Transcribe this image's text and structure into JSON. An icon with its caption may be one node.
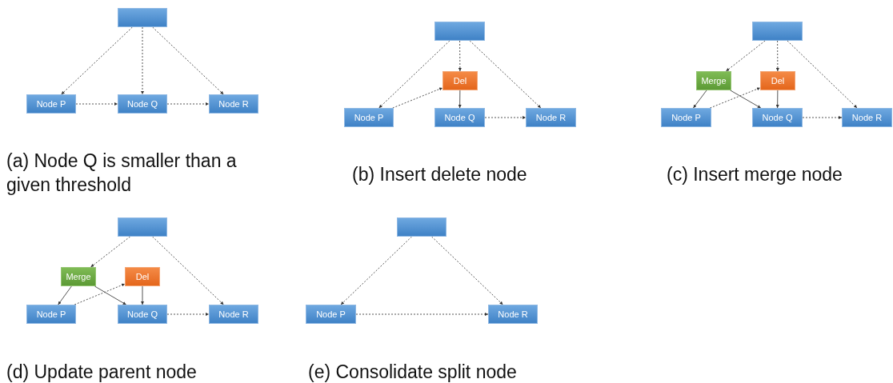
{
  "diagram": {
    "nodes": [
      {
        "text": [],
        "shape": "box"
      },
      {
        "text": [
          "Node P"
        ]
      },
      {
        "text": [
          "Node Q"
        ]
      },
      {
        "text": [
          "Node R"
        ]
      },
      {
        "text": [],
        "shape": "box"
      },
      {
        "text": [
          "Del"
        ]
      },
      {
        "text": [
          "Node P"
        ]
      },
      {
        "text": [
          "Node Q"
        ]
      },
      {
        "text": [
          "Node R"
        ]
      },
      {
        "text": [],
        "shape": "box"
      },
      {
        "text": [
          "Merge"
        ]
      },
      {
        "text": [
          "Del"
        ]
      },
      {
        "text": [
          "Node P"
        ]
      },
      {
        "text": [
          "Node Q"
        ]
      },
      {
        "text": [
          "Node R"
        ]
      },
      {
        "text": [],
        "shape": "box"
      },
      {
        "text": [
          "Merge"
        ]
      },
      {
        "text": [
          "Del"
        ]
      },
      {
        "text": [
          "Node P"
        ]
      },
      {
        "text": [
          "Node Q"
        ]
      },
      {
        "text": [
          "Node R"
        ]
      },
      {
        "text": [],
        "shape": "box"
      },
      {
        "text": [
          "Node P"
        ]
      },
      {
        "text": [
          "Node R"
        ]
      }
    ],
    "edges": [
      {
        "from": 0,
        "to": 1,
        "arrow": "to",
        "style": "dashed"
      },
      {
        "from": 0,
        "to": 2,
        "arrow": "to",
        "style": "dashed"
      },
      {
        "from": 0,
        "to": 3,
        "arrow": "to",
        "style": "dashed"
      },
      {
        "from": 1,
        "to": 2,
        "arrow": "to",
        "style": "dashed"
      },
      {
        "from": 2,
        "to": 3,
        "arrow": "to",
        "style": "dashed"
      },
      {
        "from": 4,
        "to": 6,
        "arrow": "to",
        "style": "dashed"
      },
      {
        "from": 4,
        "to": 5,
        "arrow": "to",
        "style": "dashed"
      },
      {
        "from": 4,
        "to": 8,
        "arrow": "to",
        "style": "dashed"
      },
      {
        "from": 5,
        "to": 7,
        "arrow": "to"
      },
      {
        "from": 6,
        "to": 5,
        "arrow": "to",
        "style": "dashed"
      },
      {
        "from": 7,
        "to": 8,
        "arrow": "to",
        "style": "dashed"
      },
      {
        "from": 9,
        "to": 10,
        "arrow": "to",
        "style": "dashed"
      },
      {
        "from": 9,
        "to": 11,
        "arrow": "to",
        "style": "dashed"
      },
      {
        "from": 9,
        "to": 14,
        "arrow": "to",
        "style": "dashed"
      },
      {
        "from": 10,
        "to": 12,
        "arrow": "to"
      },
      {
        "from": 10,
        "to": 13,
        "arrow": "to"
      },
      {
        "from": 11,
        "to": 13,
        "arrow": "to"
      },
      {
        "from": 12,
        "to": 11,
        "arrow": "to",
        "style": "dashed"
      },
      {
        "from": 13,
        "to": 14,
        "arrow": "to",
        "style": "dashed"
      },
      {
        "from": 15,
        "to": 16,
        "arrow": "to",
        "style": "dashed"
      },
      {
        "from": 15,
        "to": 20,
        "arrow": "to",
        "style": "dashed"
      },
      {
        "from": 16,
        "to": 18,
        "arrow": "to"
      },
      {
        "from": 16,
        "to": 19,
        "arrow": "to"
      },
      {
        "from": 17,
        "to": 19,
        "arrow": "to"
      },
      {
        "from": 18,
        "to": 17,
        "arrow": "to",
        "style": "dashed"
      },
      {
        "from": 19,
        "to": 20,
        "arrow": "to",
        "style": "dashed"
      },
      {
        "from": 21,
        "to": 22,
        "arrow": "to",
        "style": "dashed"
      },
      {
        "from": 21,
        "to": 23,
        "arrow": "to",
        "style": "dashed"
      },
      {
        "from": 22,
        "to": 23,
        "arrow": "to",
        "style": "dashed"
      }
    ],
    "labels": [
      "(a) Node Q is smaller than a given threshold",
      "(b) Insert delete node",
      "(c) Insert merge node",
      "(d) Update parent node",
      "(e) Consolidate split node"
    ]
  }
}
